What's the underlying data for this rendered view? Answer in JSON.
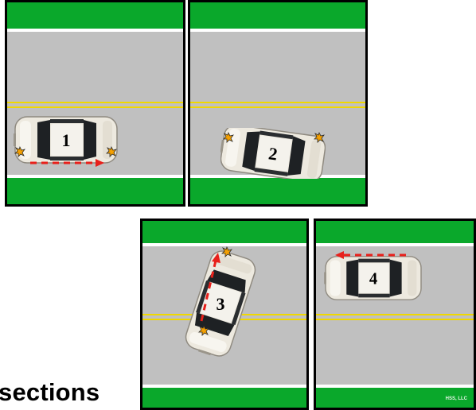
{
  "steps": [
    {
      "number": "1",
      "motion": "drive forward",
      "arrow": "right"
    },
    {
      "number": "2",
      "motion": "stop",
      "arrow": "none"
    },
    {
      "number": "3",
      "motion": "turn across road",
      "arrow": "up"
    },
    {
      "number": "4",
      "motion": "reverse",
      "arrow": "left"
    }
  ],
  "watermark": "HSS, LLC",
  "caption": "sections",
  "colors": {
    "grass": "#0aa82b",
    "road": "#c0c0c0",
    "center_line": "#f0d800",
    "edge_line": "#ffffff",
    "arrow": "#e8201b",
    "contact_point": "#f5a000"
  }
}
